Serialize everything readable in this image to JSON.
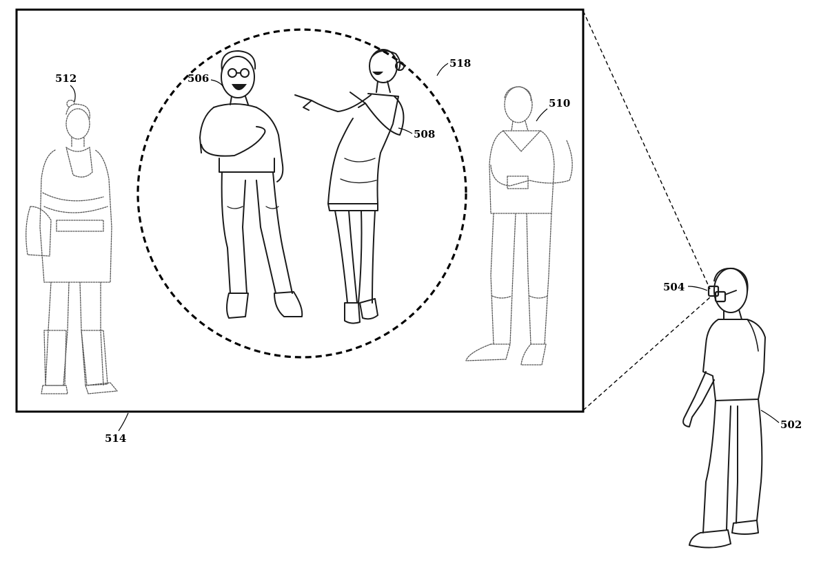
{
  "figure": {
    "colors": {
      "ink": "#1a1a1a",
      "faded_ink": "#555555",
      "background": "#ffffff"
    },
    "labels": {
      "user": "502",
      "eyewear": "504",
      "person_laughing": "506",
      "person_pointing": "508",
      "person_on_phone": "510",
      "person_standing": "512",
      "display_view": "514",
      "focus_region": "518"
    }
  }
}
